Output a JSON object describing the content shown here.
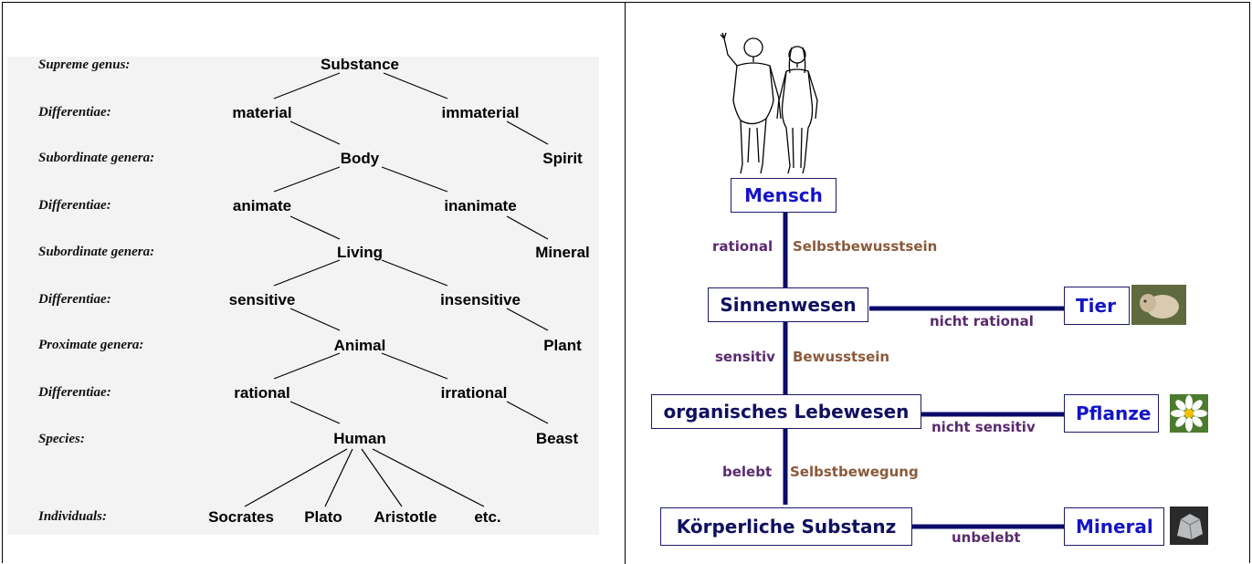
{
  "left": {
    "level_labels": [
      "Supreme genus:",
      "Differentiae:",
      "Subordinate genera:",
      "Differentiae:",
      "Subordinate genera:",
      "Differentiae:",
      "Proximate genera:",
      "Differentiae:",
      "Species:",
      "Individuals:"
    ],
    "nodes": {
      "substance": "Substance",
      "material": "material",
      "immaterial": "immaterial",
      "body": "Body",
      "spirit": "Spirit",
      "animate": "animate",
      "inanimate": "inanimate",
      "living": "Living",
      "mineral": "Mineral",
      "sensitive": "sensitive",
      "insensitive": "insensitive",
      "animal": "Animal",
      "plant": "Plant",
      "rational": "rational",
      "irrational": "irrational",
      "human": "Human",
      "beast": "Beast",
      "socrates": "Socrates",
      "plato": "Plato",
      "aristotle": "Aristotle",
      "etc": "etc."
    }
  },
  "right": {
    "boxes": {
      "mensch": "Mensch",
      "sinnenwesen": "Sinnenwesen",
      "organisch": "organisches Lebewesen",
      "koerper": "Körperliche Substanz",
      "tier": "Tier",
      "pflanze": "Pflanze",
      "mineral": "Mineral"
    },
    "edges": {
      "rational": "rational",
      "selbstbewusstsein": "Selbstbewusstsein",
      "sensitiv": "sensitiv",
      "bewusstsein": "Bewusstsein",
      "belebt": "belebt",
      "selbstbewegung": "Selbstbewegung",
      "nicht_rational": "nicht rational",
      "nicht_sensitiv": "nicht sensitiv",
      "unbelebt": "unbelebt"
    },
    "colors": {
      "line": "#0b0b6b",
      "box_text": "#1414c8",
      "differentia": "#5a2a6e",
      "property": "#8a5a3a"
    }
  }
}
